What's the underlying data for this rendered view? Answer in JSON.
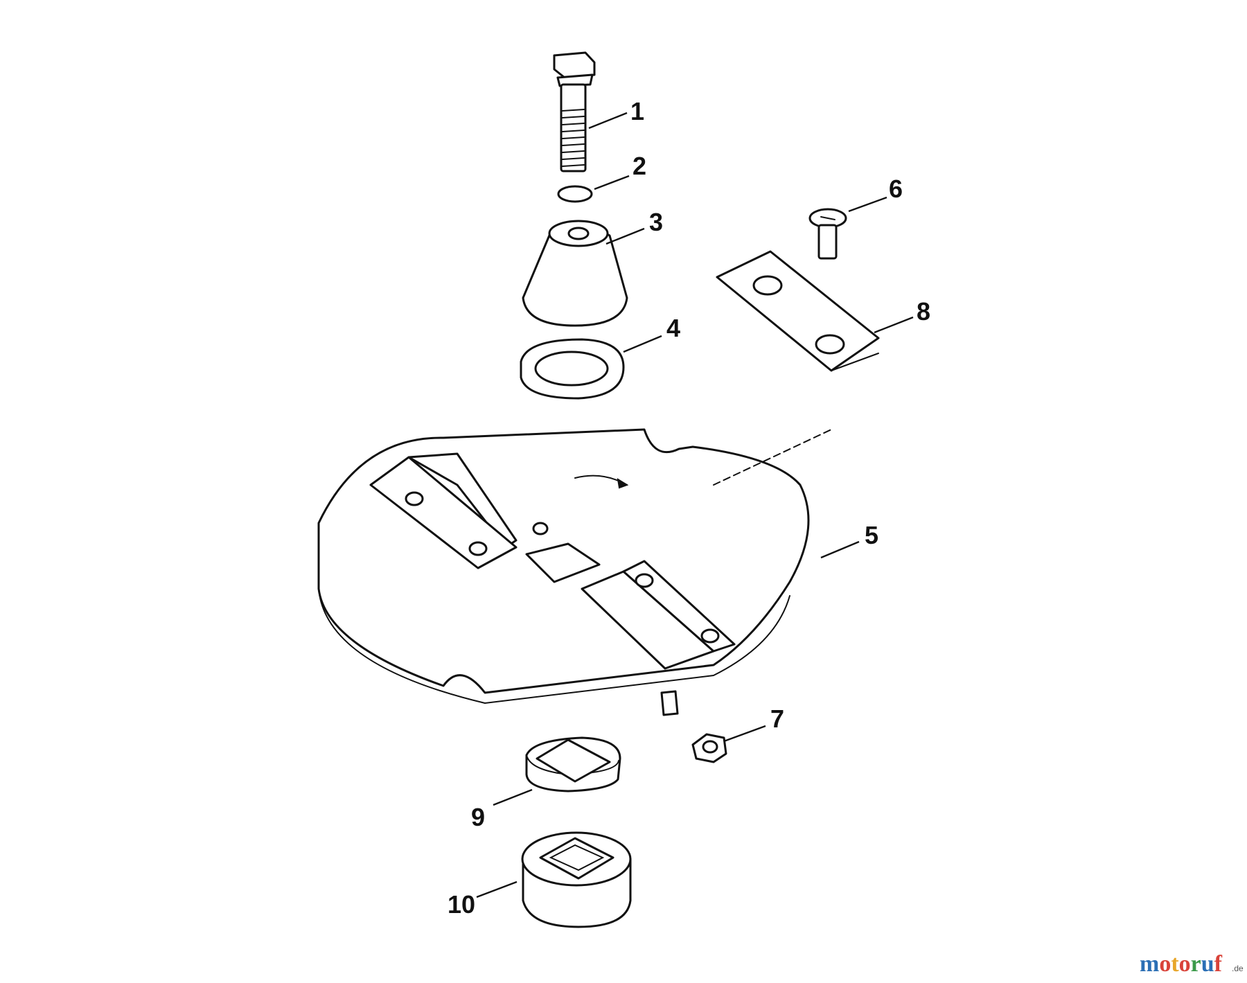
{
  "diagram": {
    "parts": [
      {
        "id": "1",
        "label": "1",
        "icon": "hex-bolt-icon"
      },
      {
        "id": "2",
        "label": "2",
        "icon": "lock-washer-icon"
      },
      {
        "id": "3",
        "label": "3",
        "icon": "cone-cover-icon"
      },
      {
        "id": "4",
        "label": "4",
        "icon": "flat-washer-icon"
      },
      {
        "id": "5",
        "label": "5",
        "icon": "cutting-disc-icon"
      },
      {
        "id": "6",
        "label": "6",
        "icon": "countersunk-screw-icon"
      },
      {
        "id": "7",
        "label": "7",
        "icon": "hex-nut-icon"
      },
      {
        "id": "8",
        "label": "8",
        "icon": "blade-icon"
      },
      {
        "id": "9",
        "label": "9",
        "icon": "square-adapter-icon"
      },
      {
        "id": "10",
        "label": "10",
        "icon": "hub-icon"
      }
    ]
  },
  "watermark": {
    "brand": "motoruf",
    "tld": ".de",
    "colors": {
      "m": "#2b6fb5",
      "o": "#d9433a",
      "t": "#e8a62a",
      "r": "#3b9a4a",
      "u": "#2b6fb5",
      "f": "#d9433a"
    }
  }
}
